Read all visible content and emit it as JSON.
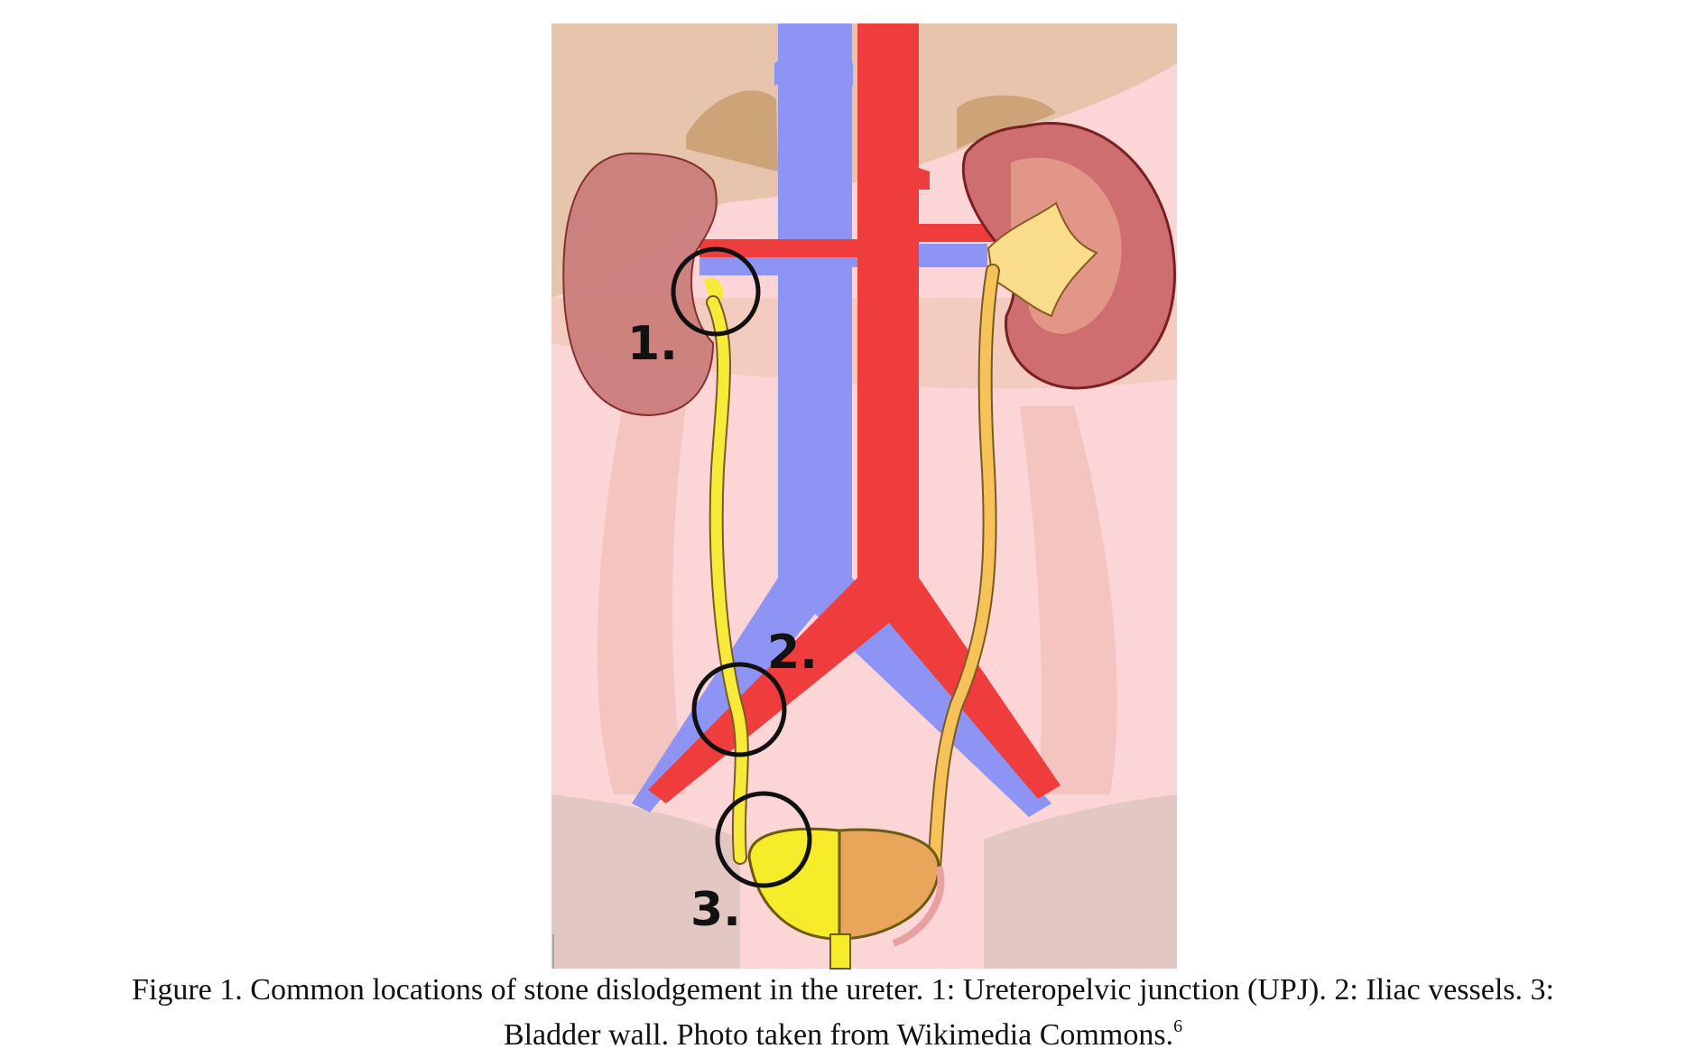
{
  "figure": {
    "site_labels": [
      "1.",
      "2.",
      "3."
    ],
    "caption_line1": "Figure 1. Common locations of stone dislodgement in the ureter. 1: Ureteropelvic junction (UPJ). 2: Iliac vessels. 3:",
    "caption_line2": "Bladder wall. Photo taken from Wikimedia Commons.",
    "caption_superscript": "6"
  },
  "colors": {
    "background": "#fcd6d6",
    "vena_cava": "#8e94f4",
    "aorta": "#ef3d3d",
    "ureter": "#f7ea38",
    "kidney": "#c97a78",
    "bladder_left": "#f6ec2a",
    "bladder_right": "#e9a65a"
  }
}
